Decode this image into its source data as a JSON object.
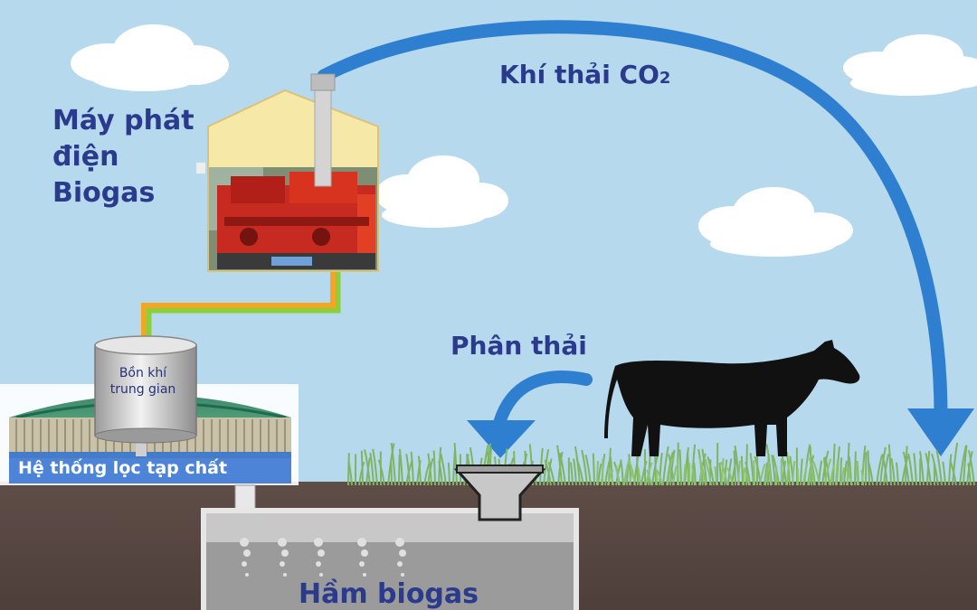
{
  "labels": {
    "generator_line1": "Máy phát",
    "generator_line2": "điện",
    "generator_line3": "Biogas",
    "co2_main": "Khí thải CO",
    "co2_sub": "2",
    "manure": "Phân thải",
    "tank_line1": "Bồn khí",
    "tank_line2": "trung gian",
    "filter": "Hệ thống lọc tạp chất",
    "digester": "Hầm biogas"
  },
  "colors": {
    "sky": "#b7d9ee",
    "ground": "#5a4a45",
    "arrow": "#2f7fd0",
    "pipe_orange": "#f2a623",
    "pipe_green": "#8ccf3a",
    "text": "#2a3a8c",
    "cow": "#111111",
    "house": "#f6e8a6"
  }
}
